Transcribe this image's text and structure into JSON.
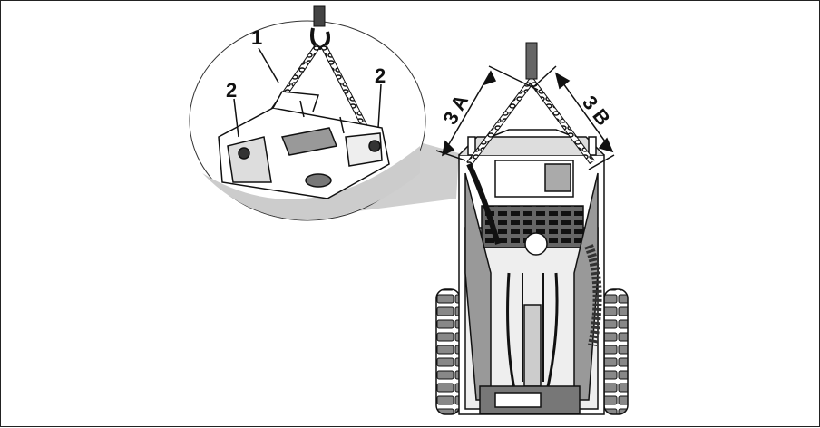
{
  "callouts": {
    "chain": "1",
    "hook_left": "2",
    "hook_right": "2",
    "angle_a": "3 A",
    "angle_b": "3 B"
  },
  "colors": {
    "ink": "#111111",
    "magnifier_fill": "#cccccc",
    "machine_gray": "#999999",
    "frame": "#222222"
  }
}
